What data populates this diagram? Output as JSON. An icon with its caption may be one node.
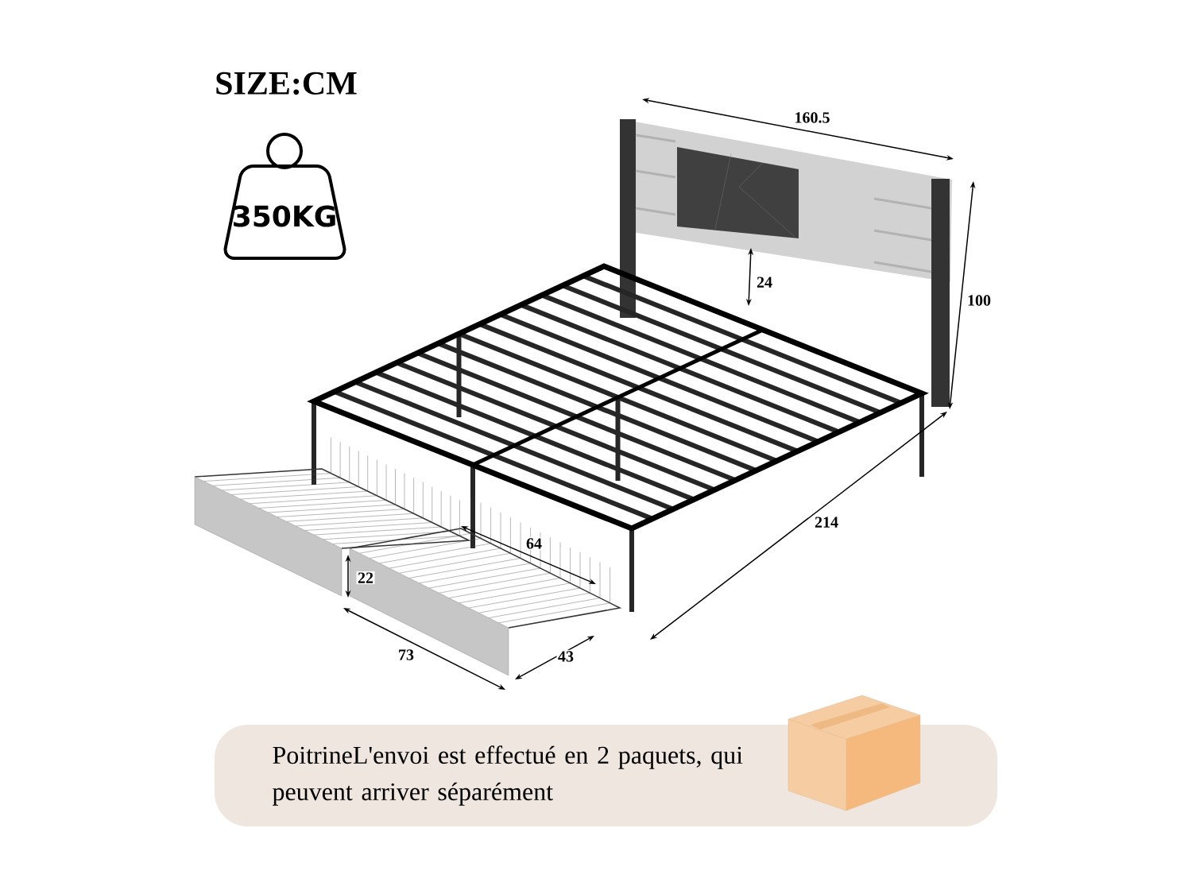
{
  "diagram": {
    "title": "SIZE:CM",
    "nodes": [
      {
        "text": [
          "350KG"
        ]
      },
      {
        "text": [
          "PoitrineL'envoi est effectué en 2 paquets, qui peuvent arriver séparément"
        ]
      }
    ],
    "edges": [],
    "labels": [
      "160.5",
      "100",
      "24",
      "214",
      "64",
      "22",
      "73",
      "43"
    ]
  }
}
